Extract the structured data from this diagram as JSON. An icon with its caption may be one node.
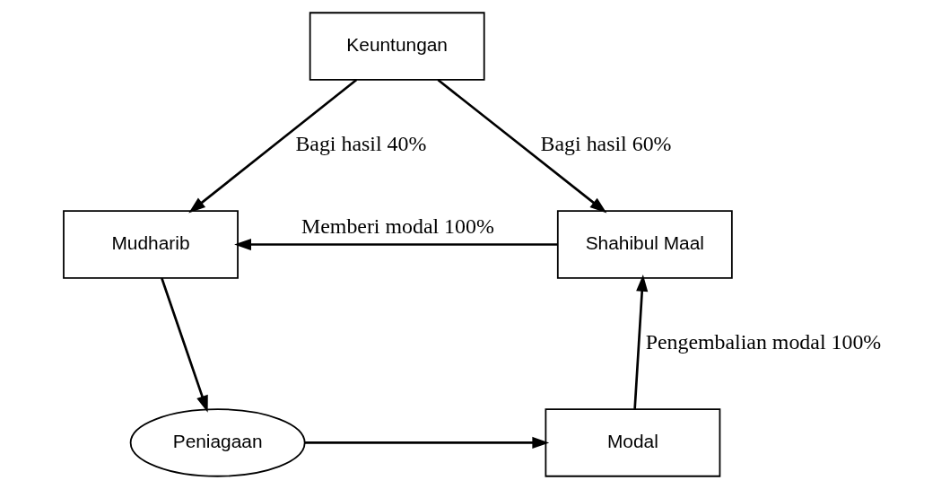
{
  "diagram": {
    "nodes": [
      {
        "text": [
          "Mudharib"
        ]
      },
      {
        "text": [
          "Shahibul Maal"
        ]
      },
      {
        "text": [
          "Keuntungan"
        ]
      },
      {
        "text": [
          "Peniagaan"
        ]
      },
      {
        "text": [
          "Modal"
        ]
      }
    ],
    "edges": [
      {
        "from": 1,
        "to": 0,
        "arrow": "to",
        "label": "Memberi modal 100%"
      },
      {
        "from": 0,
        "to": 3,
        "arrow": "to"
      },
      {
        "from": 2,
        "to": 0,
        "arrow": "to",
        "label": "Bagi hasil 40%"
      },
      {
        "from": 2,
        "to": 1,
        "arrow": "to",
        "label": "Bagi hasil 60%"
      },
      {
        "from": 3,
        "to": 4,
        "arrow": "to"
      },
      {
        "from": 4,
        "to": 1,
        "arrow": "to",
        "label": "Pengembalian modal 100%"
      }
    ]
  }
}
